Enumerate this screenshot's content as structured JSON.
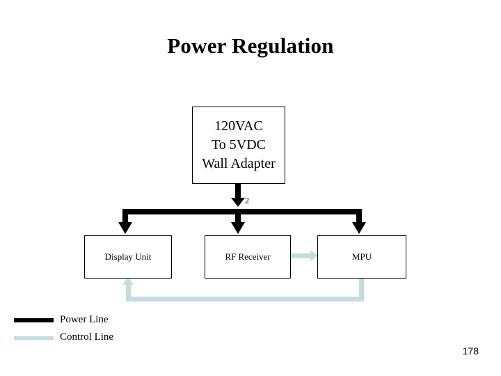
{
  "slide": {
    "title": "Power Regulation",
    "page_number": "178",
    "background_color": "#ffffff"
  },
  "colors": {
    "power_line": "#000000",
    "control_line": "#c3dce0",
    "box_border": "#000000",
    "text": "#000000"
  },
  "diagram": {
    "source_block": {
      "name": "wall-adapter",
      "text": "120VAC\nTo 5VDC\nWall Adapter",
      "lines": [
        "120VAC",
        "To 5VDC",
        "Wall Adapter"
      ]
    },
    "blocks": [
      {
        "name": "display-unit",
        "label": "Display Unit"
      },
      {
        "name": "rf-receiver",
        "label": "RF Receiver"
      },
      {
        "name": "mpu",
        "label": "MPU"
      }
    ],
    "connections": [
      {
        "name": "adapter-power-bus",
        "type": "power",
        "label": "2",
        "from": "wall-adapter",
        "to": [
          "display-unit",
          "rf-receiver",
          "mpu"
        ]
      },
      {
        "name": "rf-to-mpu-control",
        "type": "control",
        "label": "",
        "from": "rf-receiver",
        "to": [
          "mpu"
        ]
      },
      {
        "name": "mpu-to-display-control",
        "type": "control",
        "label": "",
        "from": "mpu",
        "to": [
          "display-unit"
        ]
      }
    ],
    "bus_label": "2"
  },
  "legend": {
    "items": [
      {
        "name": "power-line",
        "label": "Power Line",
        "color": "#000000"
      },
      {
        "name": "control-line",
        "label": "Control Line",
        "color": "#c3dce0"
      }
    ]
  }
}
